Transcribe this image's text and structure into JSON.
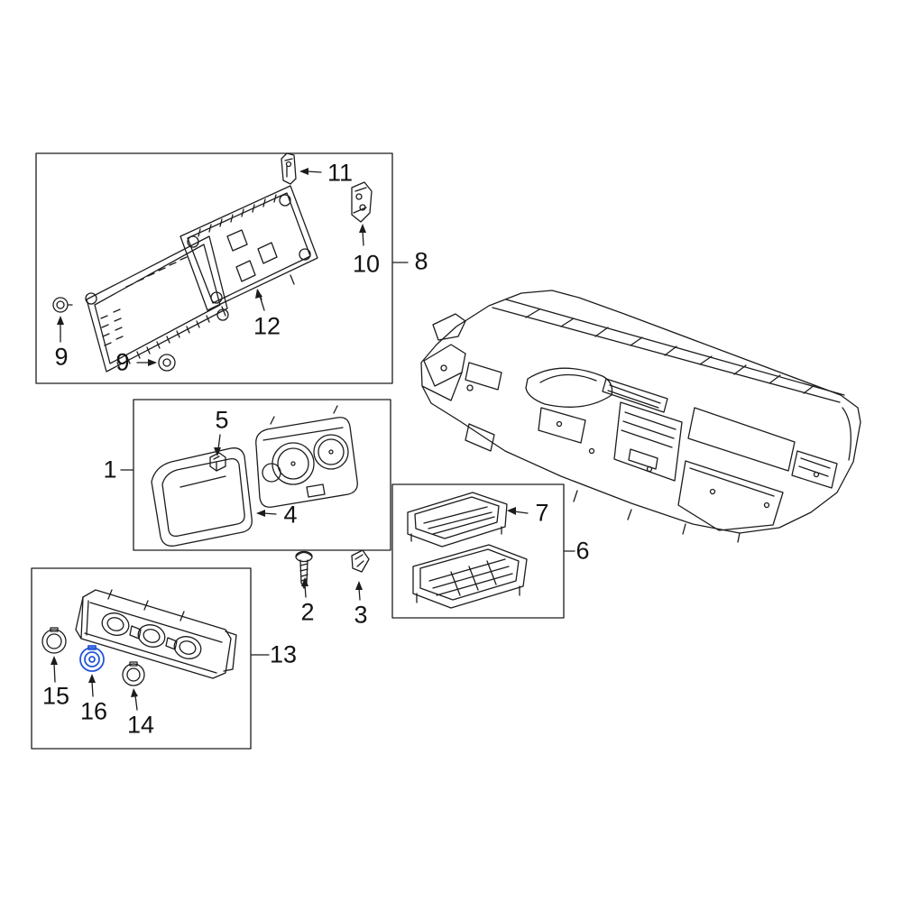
{
  "diagram": {
    "type": "exploded-parts-diagram",
    "line_color": "#1c1c1c",
    "highlight_color": "#2457d6",
    "background": "#ffffff",
    "callouts": {
      "c1": {
        "label": "1"
      },
      "c2": {
        "label": "2"
      },
      "c3": {
        "label": "3"
      },
      "c4": {
        "label": "4"
      },
      "c5": {
        "label": "5"
      },
      "c6": {
        "label": "6"
      },
      "c7": {
        "label": "7"
      },
      "c8": {
        "label": "8"
      },
      "c9a": {
        "label": "9"
      },
      "c9b": {
        "label": "9"
      },
      "c10": {
        "label": "10"
      },
      "c11": {
        "label": "11"
      },
      "c12": {
        "label": "12"
      },
      "c13": {
        "label": "13"
      },
      "c14": {
        "label": "14"
      },
      "c15": {
        "label": "15"
      },
      "c16": {
        "label": "16"
      }
    }
  }
}
